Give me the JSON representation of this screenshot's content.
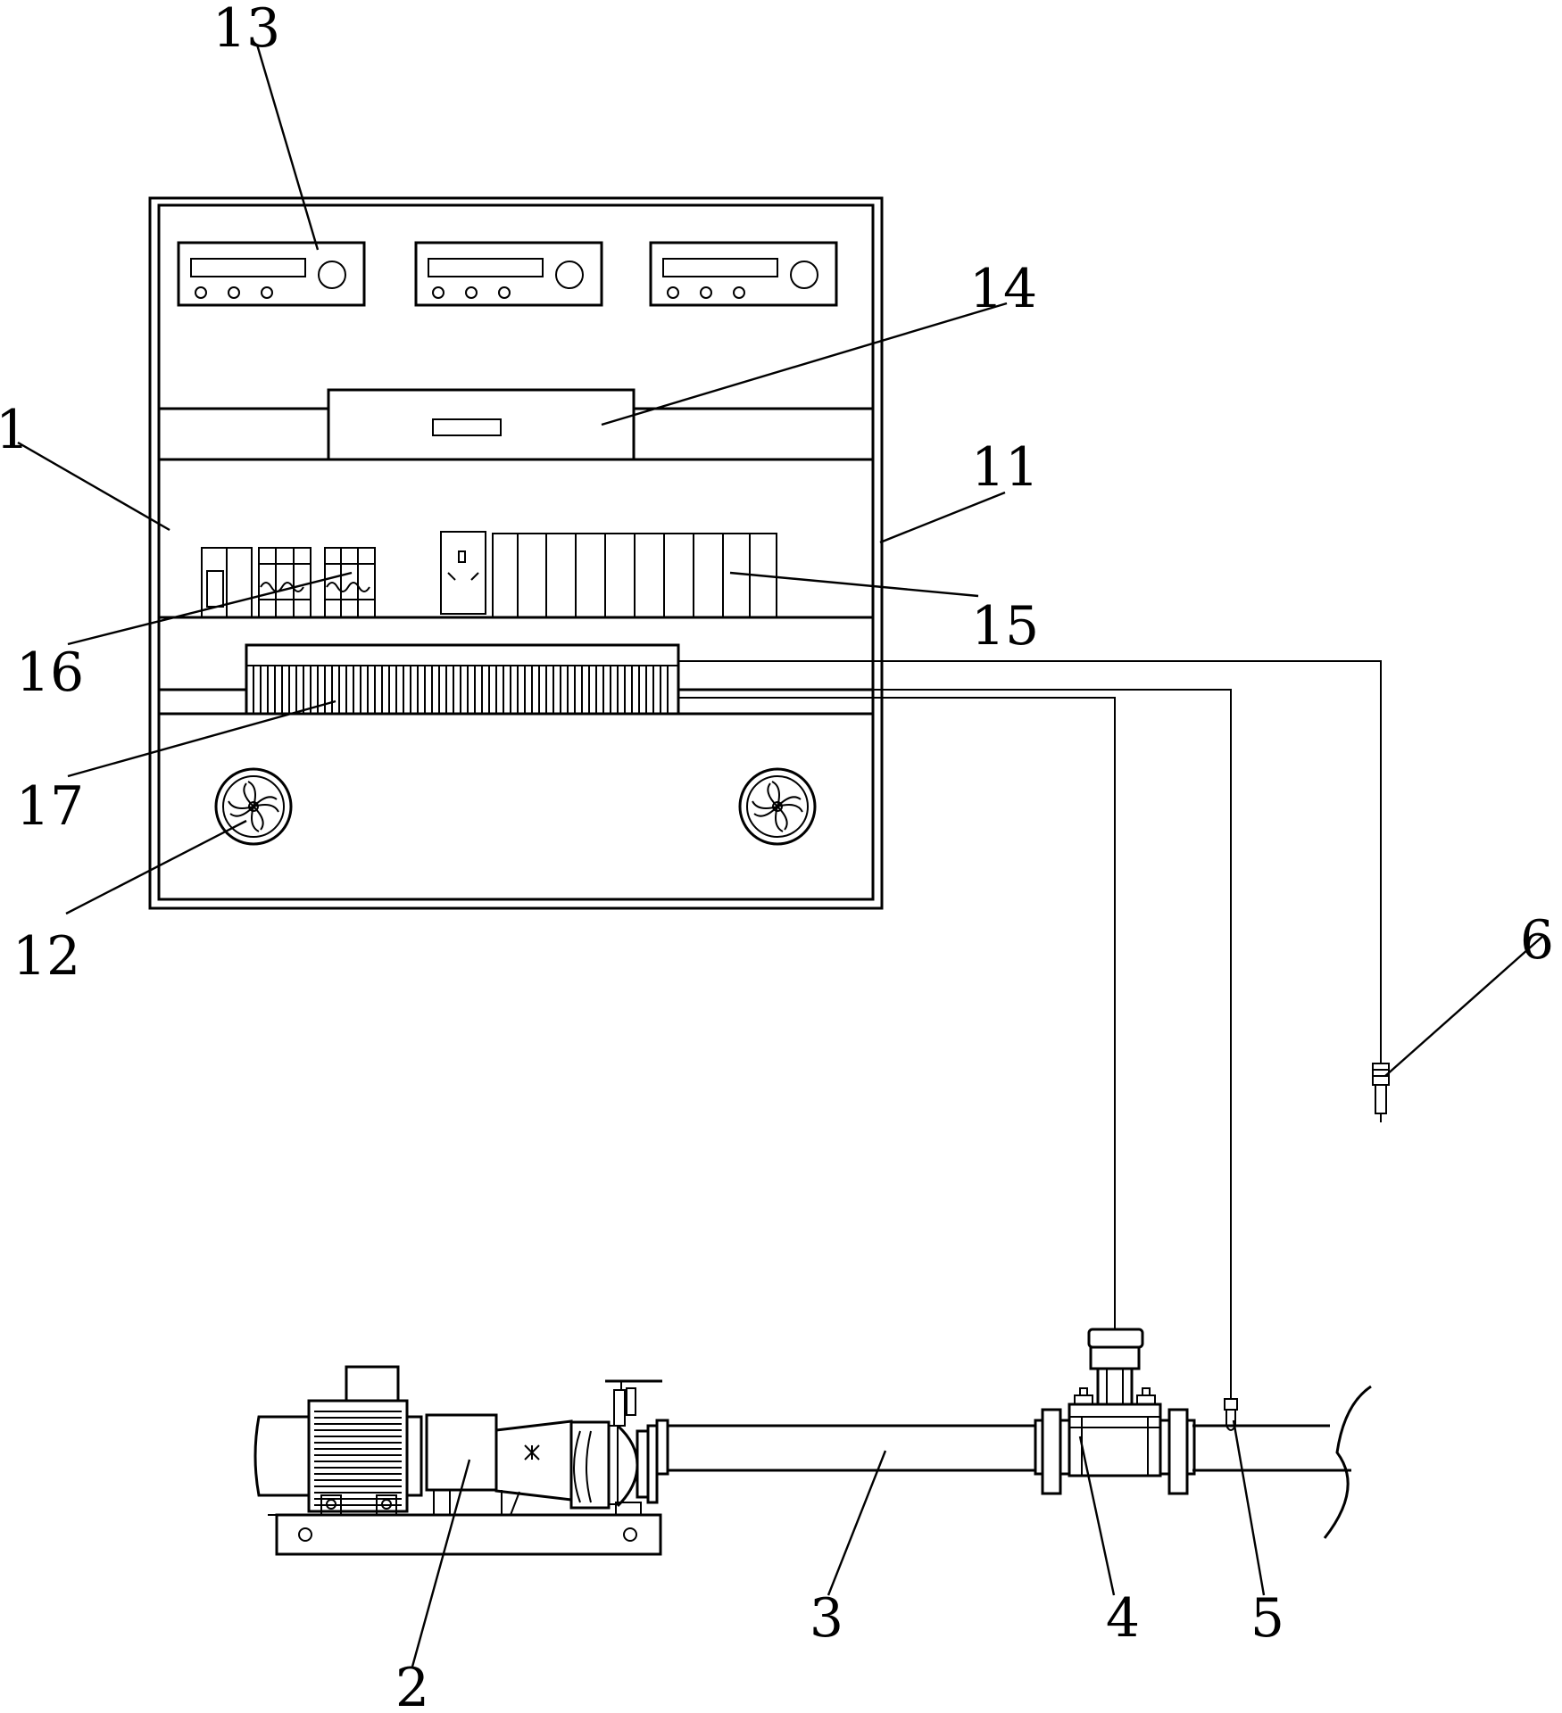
{
  "callouts": {
    "c1": "1",
    "c2": "2",
    "c3": "3",
    "c4": "4",
    "c5": "5",
    "c6": "6",
    "c11": "11",
    "c12": "12",
    "c13": "13",
    "c14": "14",
    "c15": "15",
    "c16": "16",
    "c17": "17"
  }
}
